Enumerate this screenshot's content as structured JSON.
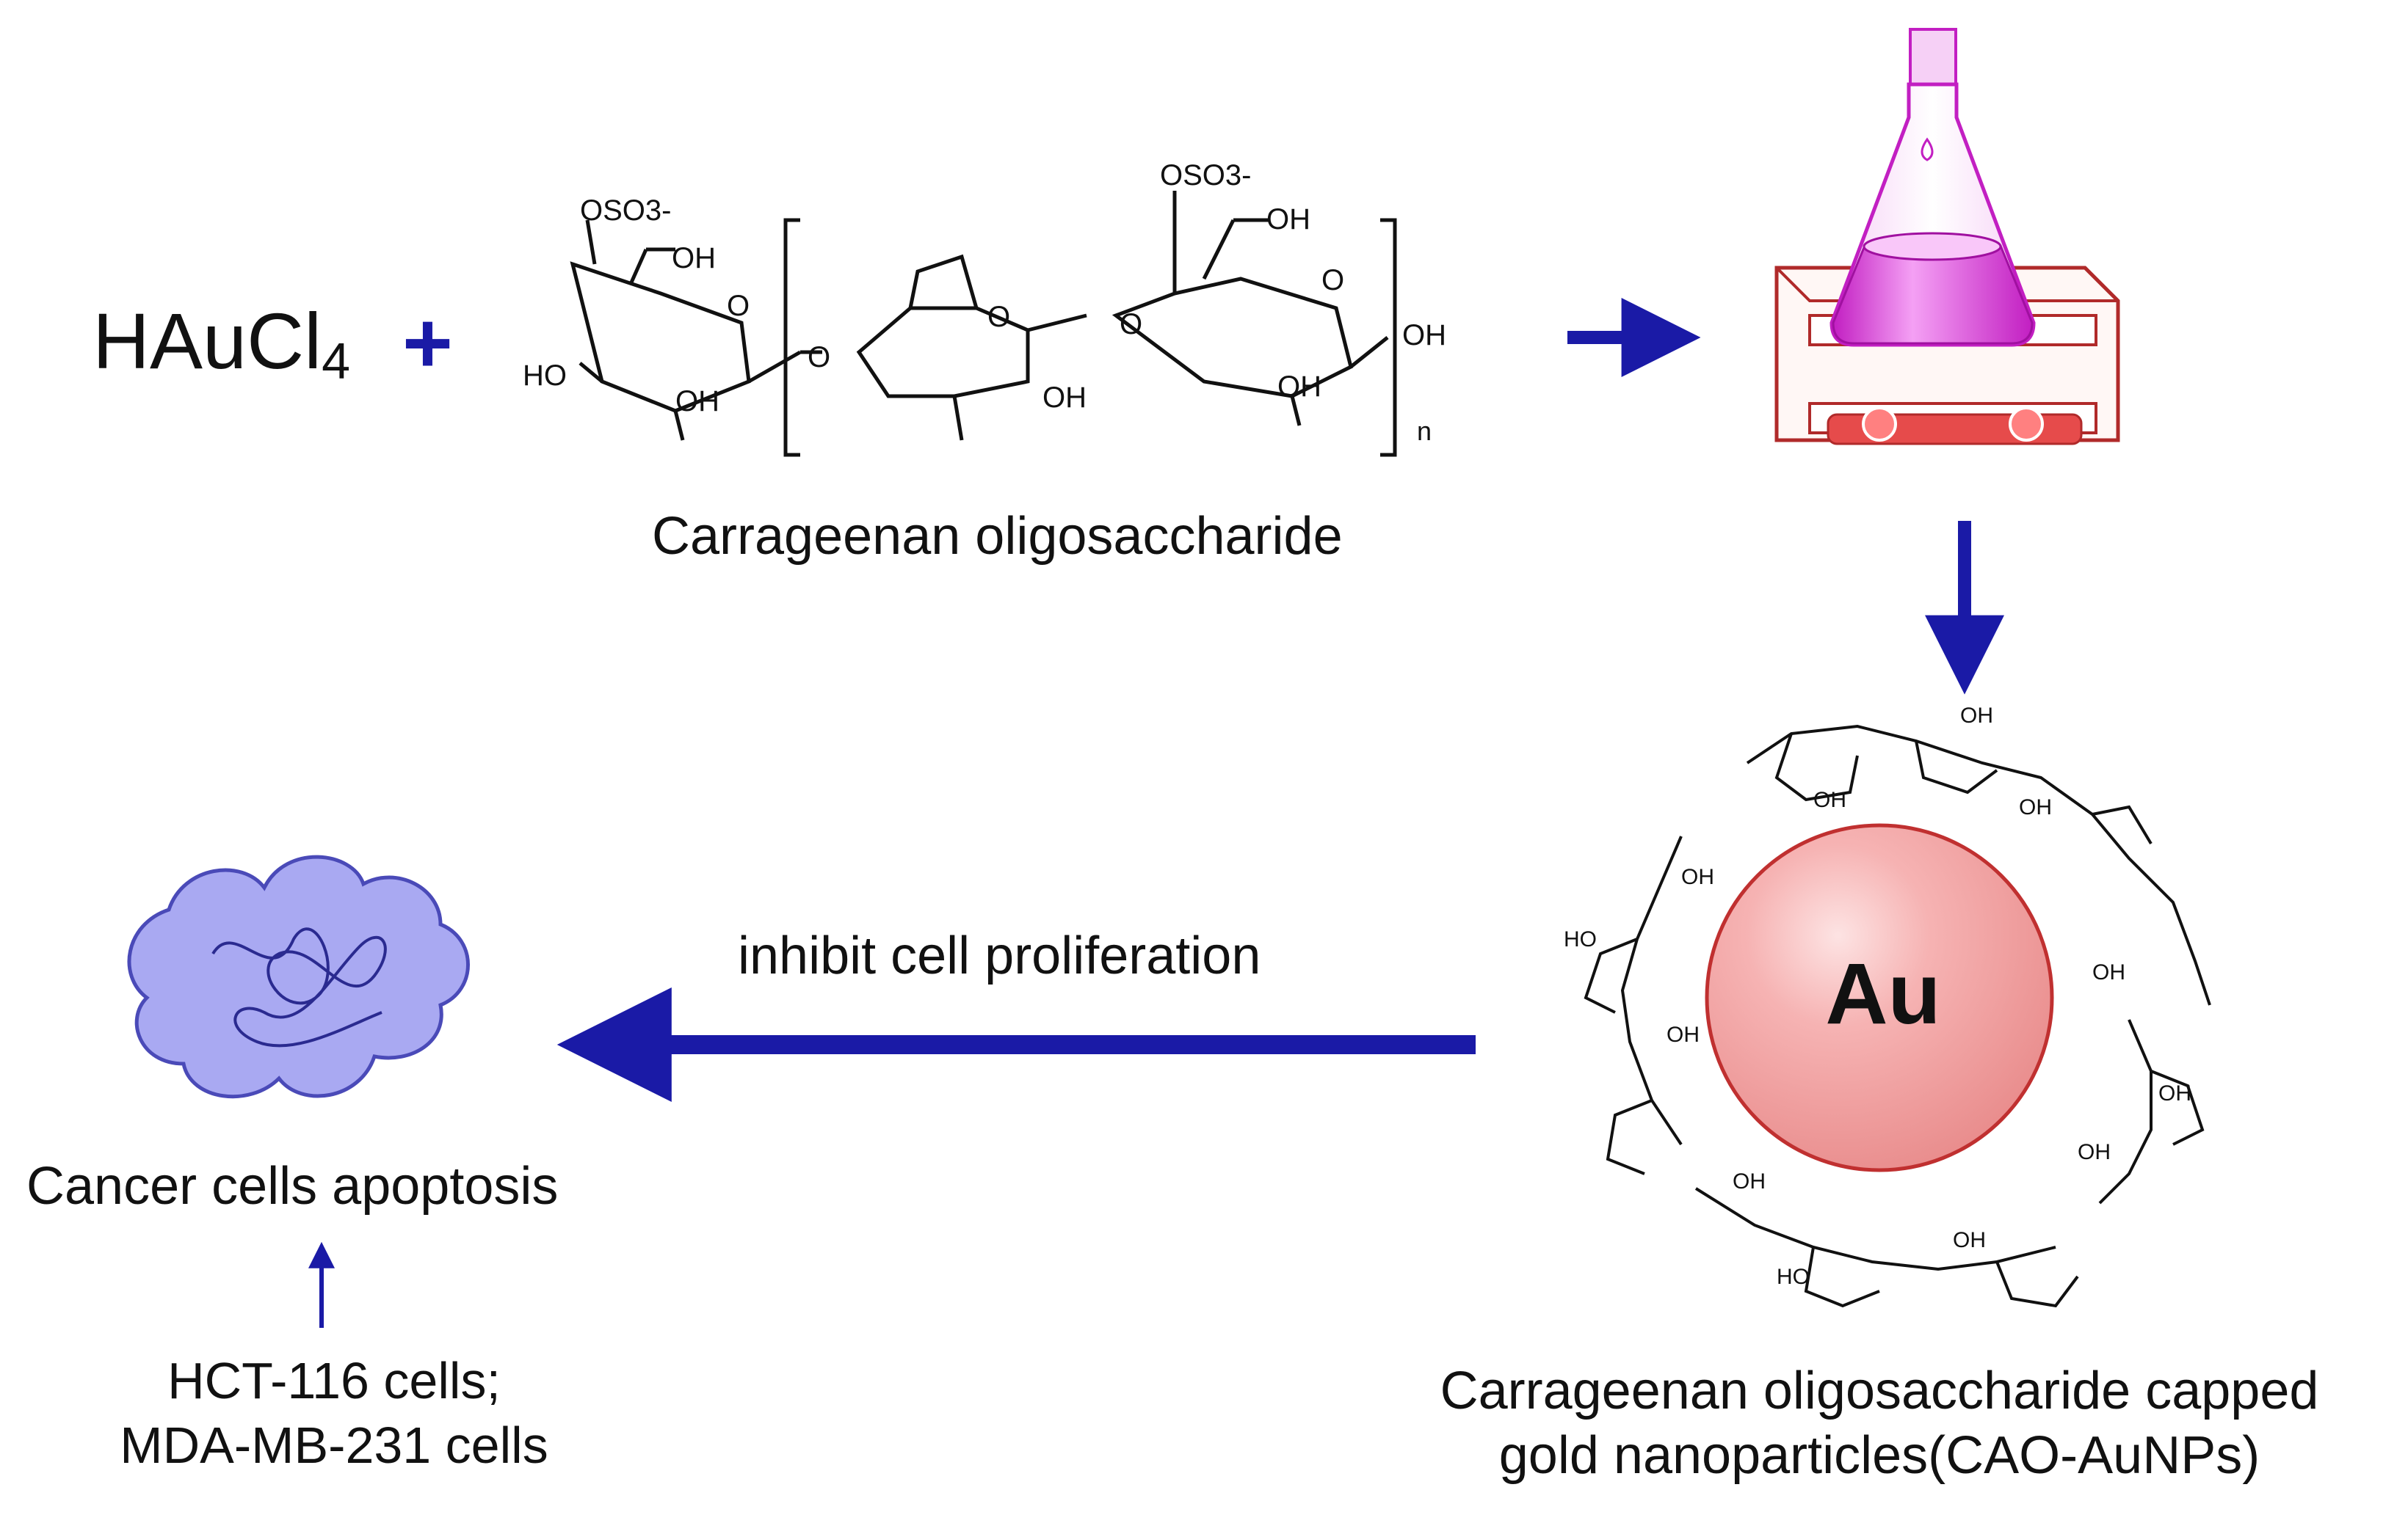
{
  "reagent": {
    "formula_main": "HAuCl",
    "formula_sub": "4"
  },
  "plus_symbol": "+",
  "structure": {
    "oso3_left": "OSO3-",
    "oso3_right": "OSO3-",
    "oh_labels": [
      "OH",
      "OH",
      "OH",
      "OH",
      "OH",
      "OH"
    ],
    "ho_label": "HO",
    "o_label": "O",
    "repeat_n": "n"
  },
  "labels": {
    "carrageenan": "Carrageenan oligosaccharide",
    "inhibit": "inhibit cell proliferation",
    "cancer": "Cancer cells apoptosis",
    "cells_line1": "HCT-116 cells;",
    "cells_line2": "MDA-MB-231 cells",
    "cao_line1": "Carrageenan oligosaccharide capped",
    "cao_line2": "gold nanoparticles(CAO-AuNPs)",
    "au": "Au"
  },
  "colors": {
    "arrow": "#1a1aa6",
    "flask_pink": "#e040e0",
    "hotplate_red": "#c0392b",
    "au_fill": "#f4a3a3",
    "cell_fill": "#a9a9f2"
  }
}
